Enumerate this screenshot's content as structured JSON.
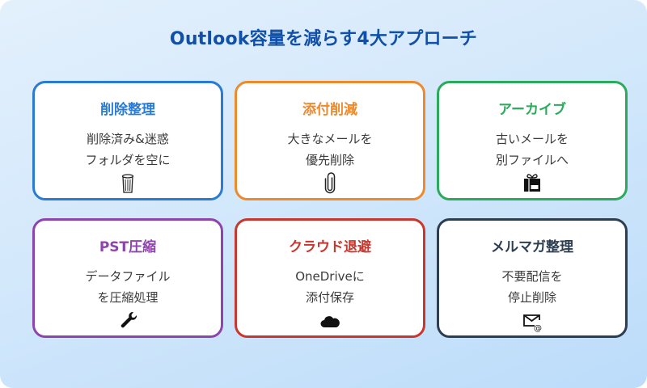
{
  "title": "Outlook容量を減らす4大アプローチ",
  "colors": {
    "title": "#1150a8",
    "background_top": "#e3f0fc",
    "background_bottom": "#bcdcfa"
  },
  "cards": [
    {
      "title": "削除整理",
      "desc_line1": "削除済み&迷惑",
      "desc_line2": "フォルダを空に",
      "icon": "trash-icon",
      "color": "#2a7bd4"
    },
    {
      "title": "添付削減",
      "desc_line1": "大きなメールを",
      "desc_line2": "優先削除",
      "icon": "paperclip-icon",
      "color": "#ec8a2c"
    },
    {
      "title": "アーカイブ",
      "desc_line1": "古いメールを",
      "desc_line2": "別ファイルへ",
      "icon": "gift-box-icon",
      "color": "#2aaa5a"
    },
    {
      "title": "PST圧縮",
      "desc_line1": "データファイル",
      "desc_line2": "を圧縮処理",
      "icon": "wrench-icon",
      "color": "#8e44ad"
    },
    {
      "title": "クラウド退避",
      "desc_line1": "OneDriveに",
      "desc_line2": "添付保存",
      "icon": "cloud-icon",
      "color": "#c8372d"
    },
    {
      "title": "メルマガ整理",
      "desc_line1": "不要配信を",
      "desc_line2": "停止削除",
      "icon": "email-at-icon",
      "color": "#2c3e50"
    }
  ]
}
